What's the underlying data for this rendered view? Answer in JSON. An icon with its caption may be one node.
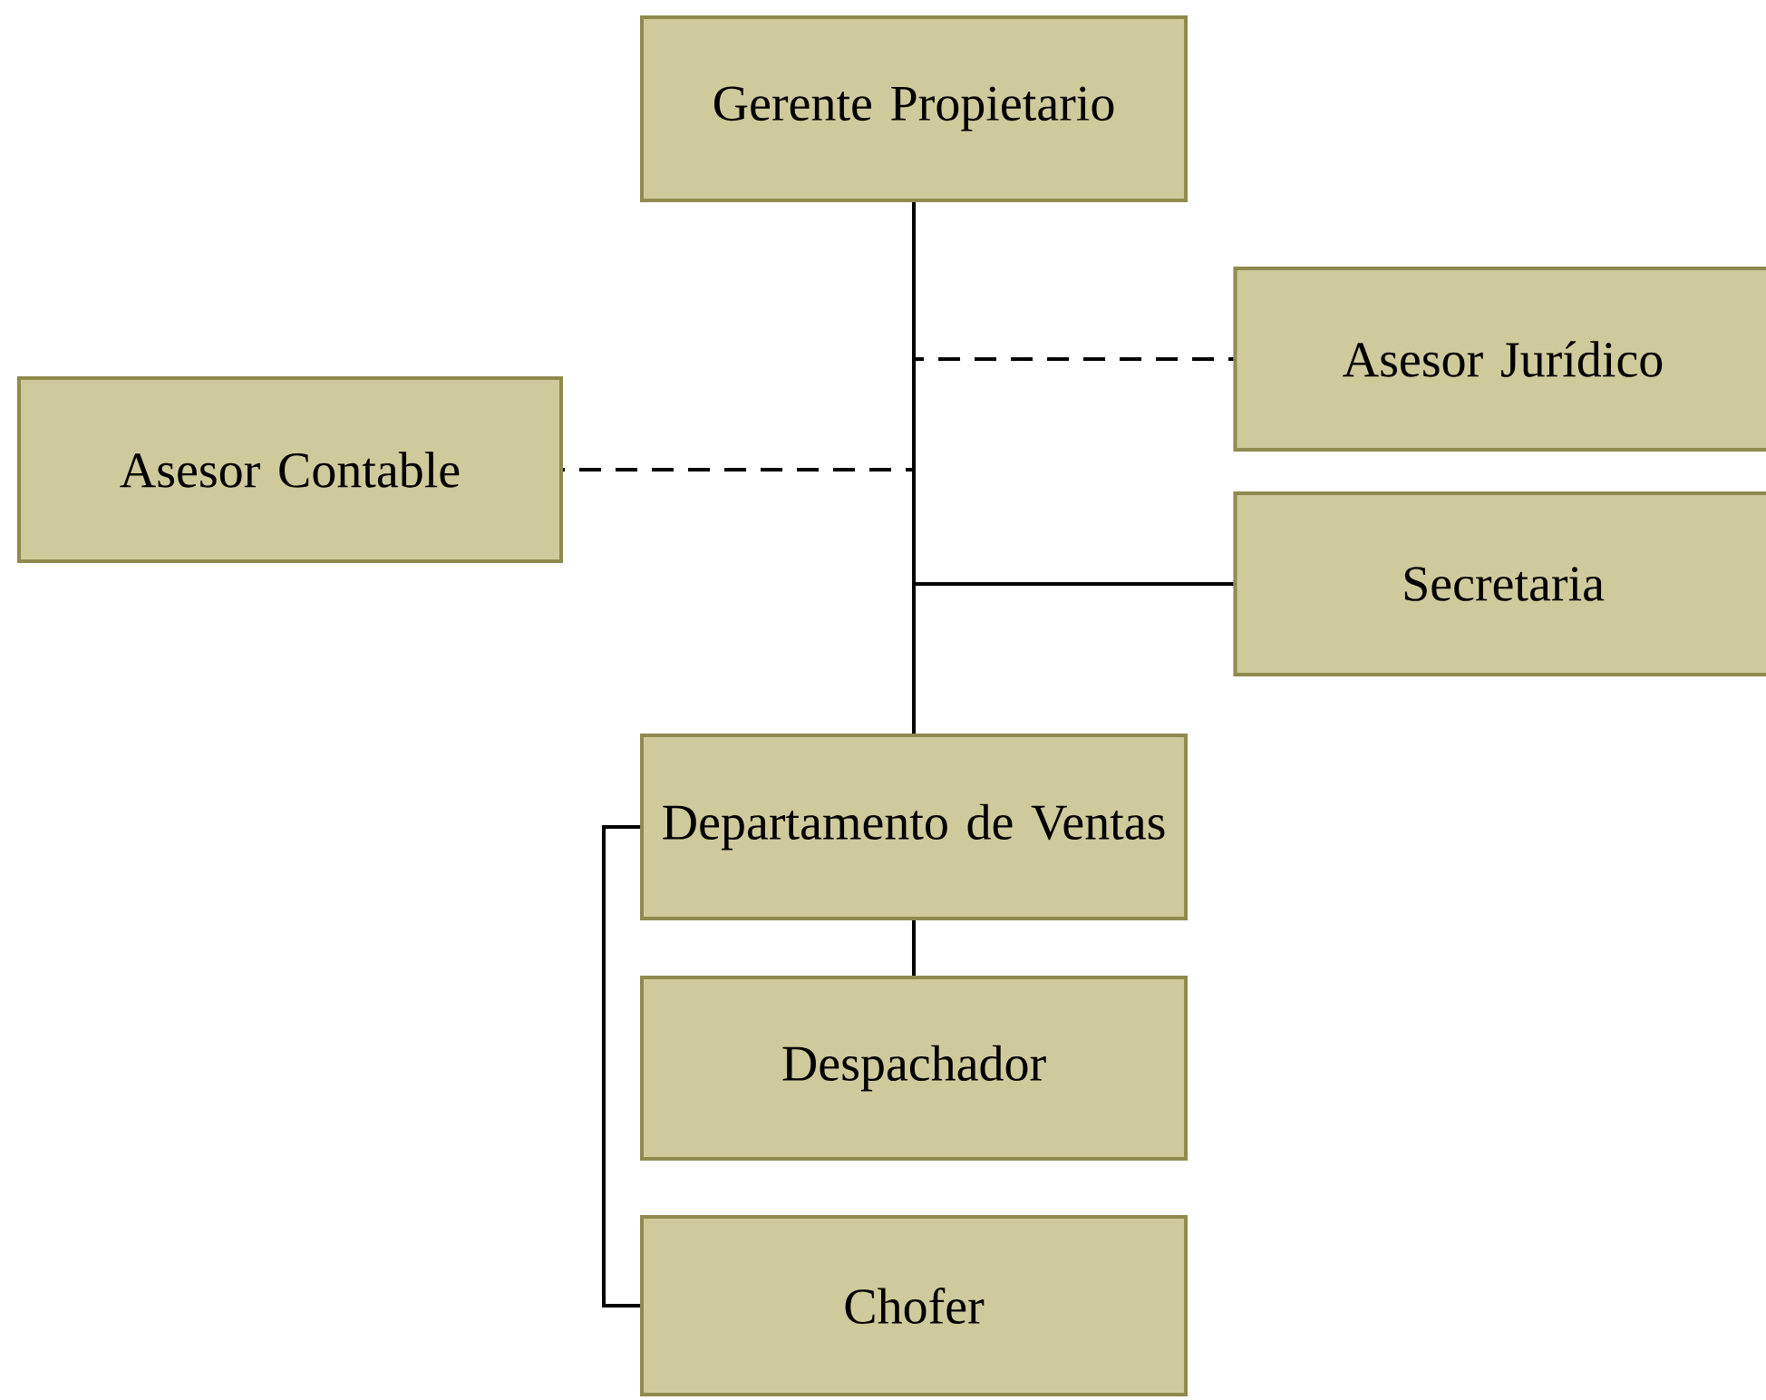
{
  "diagram": {
    "nodes": [
      {
        "text": [
          "Gerente Propietario"
        ]
      },
      {
        "text": [
          "Asesor Jurídico"
        ]
      },
      {
        "text": [
          "Asesor Contable"
        ]
      },
      {
        "text": [
          "Secretaria"
        ]
      },
      {
        "text": [
          "Departamento de Ventas"
        ]
      },
      {
        "text": [
          "Despachador"
        ]
      },
      {
        "text": [
          "Chofer"
        ]
      }
    ],
    "edges": [
      {
        "from": 0,
        "to": 1,
        "arrow": "none",
        "style": "dashed"
      },
      {
        "from": 0,
        "to": 2,
        "arrow": "none",
        "style": "dashed"
      },
      {
        "from": 0,
        "to": 3,
        "arrow": "none"
      },
      {
        "from": 0,
        "to": 4,
        "arrow": "none"
      },
      {
        "from": 4,
        "to": 5,
        "arrow": "none"
      },
      {
        "from": 4,
        "to": 6,
        "arrow": "none"
      }
    ]
  }
}
